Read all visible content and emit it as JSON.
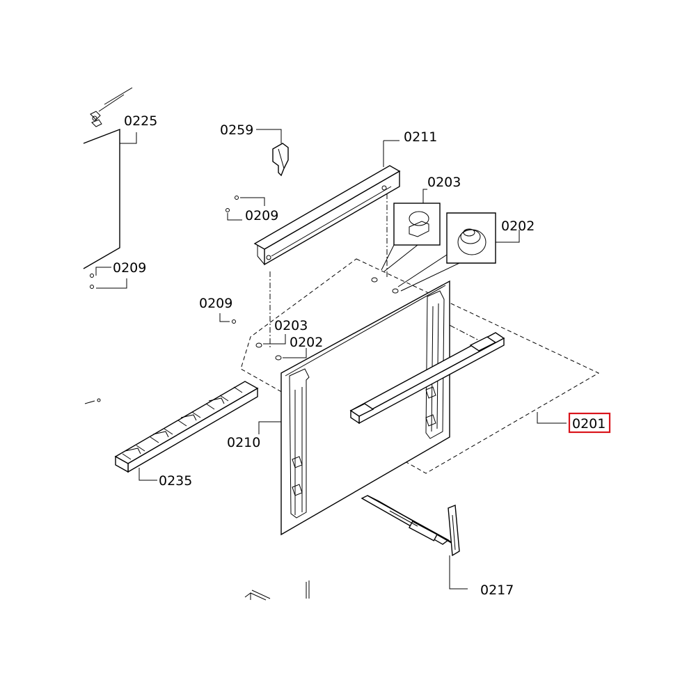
{
  "diagram": {
    "highlight_color": "#d9141b",
    "labels": {
      "p0225": "0225",
      "p0259": "0259",
      "p0211": "0211",
      "p0203_top": "0203",
      "p0202_top": "0202",
      "p0209_top": "0209",
      "p0209_left": "0209",
      "p0209_mid": "0209",
      "p0203_mid": "0203",
      "p0202_mid": "0202",
      "p0201": "0201",
      "p0210": "0210",
      "p0235": "0235",
      "p0217": "0217"
    }
  }
}
